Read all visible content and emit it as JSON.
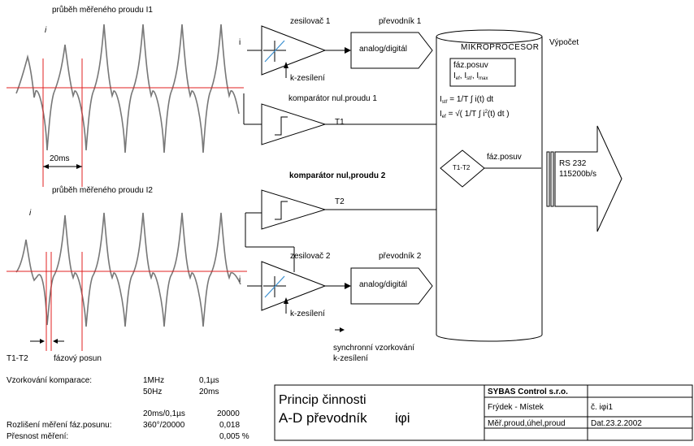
{
  "waveform1": {
    "title": "průběh měřeného proudu I1",
    "axis": "i"
  },
  "waveform2": {
    "title": "průběh měřeného proudu I2",
    "axis": "i"
  },
  "period_label": "20ms",
  "t1t2_label": "T1-T2",
  "phase_shift_label": "fázový posun",
  "amp1": {
    "title": "zesilovač 1",
    "input": "i",
    "gain": "k-zesílení"
  },
  "adc1": {
    "title": "převodník 1",
    "label": "analog/digitál"
  },
  "amp2": {
    "title": "zesilovač 2",
    "input": "i",
    "gain": "k-zesílení"
  },
  "adc2": {
    "title": "převodník 2",
    "label": "analog/digitál"
  },
  "comp1": {
    "title": "komparátor nul.proudu 1",
    "output": "T1"
  },
  "comp2": {
    "title": "komparátor nul,proudu 2",
    "output": "T2"
  },
  "mcu": {
    "title": "MIKROPROCESOR",
    "compute": "Výpočet",
    "box_line1": "fáz.posuv",
    "box_line2": {
      "I1": "I",
      "s1": "ef",
      "I2": ", I",
      "s2": "stř",
      "I3": ", I",
      "s3": "max"
    },
    "formula1": {
      "a": "I",
      "as": "stř",
      "b": " = 1/T ∫ i(t) dt"
    },
    "formula2": {
      "a": "I",
      "as": "ef",
      "b": " = √( 1/T ∫ i",
      "sup": "2",
      "c": "(t) dt )"
    },
    "diamond": "T1-T2",
    "phase_out": "fáz.posuv"
  },
  "rs232": {
    "line1": "RS 232",
    "line2": "115200b/s"
  },
  "sync": {
    "line1": "synchronní vzorkování",
    "line2": "k-zesílení"
  },
  "specs": {
    "sampling_label": "Vzorkování komparace:",
    "f1": "1MHz",
    "v1": "0,1µs",
    "f2": "50Hz",
    "v2": "20ms",
    "ratio": "20ms/0,1µs",
    "ratio_val": "20000",
    "res_label": "Rozlišení měření fáz.posunu:",
    "res_expr": "360°/20000",
    "res_val": "0,018",
    "acc_label": "Přesnost měření:",
    "acc_val": "0,005  %"
  },
  "title_block": {
    "title1": "Princip činnosti",
    "title2": "A-D převodník",
    "title3": "iφi",
    "company": "SYBAS Control s.r.o.",
    "city": "Frýdek - Místek",
    "doc_no": "č.  iφi1",
    "subject": "Měř.proud,úhel,proud",
    "date": "Dat.23.2.2002"
  }
}
